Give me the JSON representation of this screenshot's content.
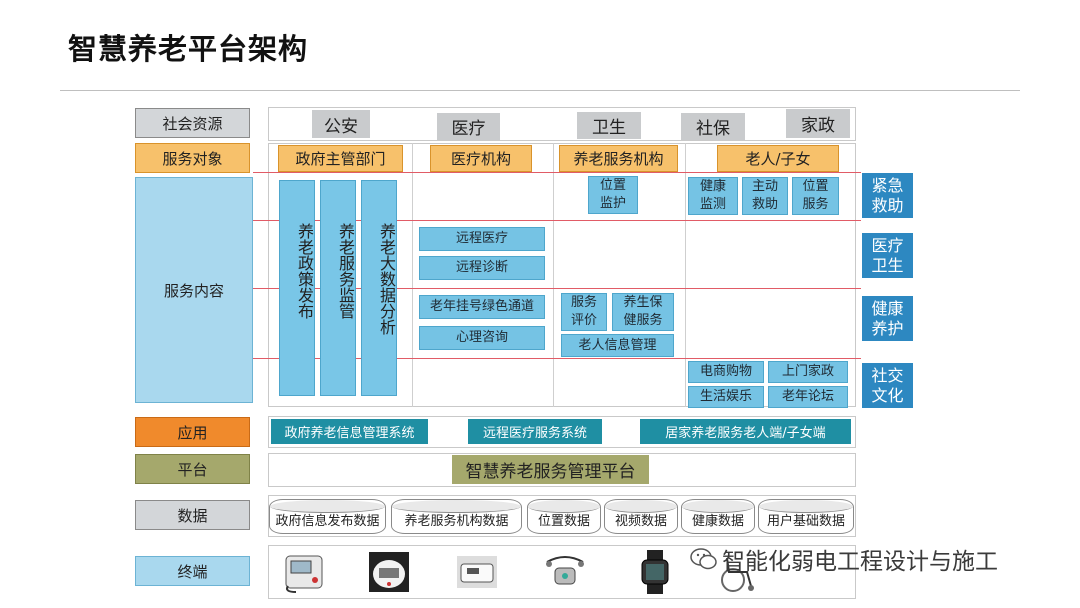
{
  "title": "智慧养老平台架构",
  "layers": {
    "social": "社会资源",
    "objects": "服务对象",
    "content": "服务内容",
    "app": "应用",
    "platform": "平台",
    "data": "数据",
    "terminal": "终端"
  },
  "social_resources": [
    "公安",
    "医疗",
    "卫生",
    "社保",
    "家政"
  ],
  "service_objects": [
    "政府主管部门",
    "医疗机构",
    "养老服务机构",
    "老人/子女"
  ],
  "gov_services": [
    "养老政策发布",
    "养老服务监管",
    "养老大数据分析"
  ],
  "medical_services": [
    "远程医疗",
    "远程诊断",
    "老年挂号绿色通道",
    "心理咨询"
  ],
  "pension_org_services": [
    "位置监护",
    "服务评价",
    "养生保健服务",
    "老人信息管理"
  ],
  "elder_services": [
    "健康监测",
    "主动救助",
    "位置服务",
    "电商购物",
    "上门家政",
    "生活娱乐",
    "老年论坛"
  ],
  "side_categories": [
    "紧急救助",
    "医疗卫生",
    "健康养护",
    "社交文化"
  ],
  "applications": [
    "政府养老信息管理系统",
    "远程医疗服务系统",
    "居家养老服务老人端/子女端"
  ],
  "platform": "智慧养老服务管理平台",
  "databases": [
    "政府信息发布数据",
    "养老服务机构数据",
    "位置数据",
    "视频数据",
    "健康数据",
    "用户基础数据"
  ],
  "terminal_devices": [
    "blood-pressure-monitor",
    "smart-watch-device",
    "health-scale",
    "location-tracker",
    "wrist-watch",
    "wheelchair"
  ],
  "watermark": "智能化弱电工程设计与施工",
  "colors": {
    "label_blue": "#a9d8ee",
    "label_orange_light": "#f7c16b",
    "label_orange": "#f08a2c",
    "label_olive": "#a5a86c",
    "blue_box": "#75c3e4",
    "dark_teal": "#1f8fa3",
    "side_blue": "#2d88c1",
    "red_line": "#e15b66"
  }
}
